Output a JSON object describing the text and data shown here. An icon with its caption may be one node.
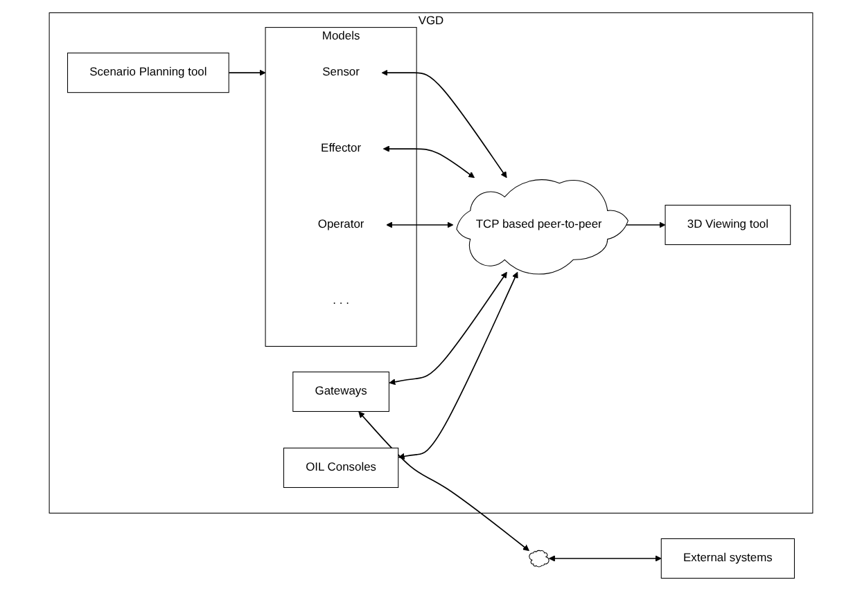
{
  "diagram": {
    "nodes": [
      {
        "text": [
          "VGD"
        ]
      },
      {
        "text": [
          "Scenario Planning tool"
        ],
        "in": 0
      },
      {
        "text": [
          "Models"
        ],
        "in": 0
      },
      {
        "text": [
          "Sensor"
        ],
        "in": 2
      },
      {
        "text": [
          "Effector"
        ],
        "in": 2
      },
      {
        "text": [
          "Operator"
        ],
        "in": 2
      },
      {
        "text": [
          ". . ."
        ],
        "in": 2
      },
      {
        "text": [
          "TCP based peer-to-peer"
        ],
        "in": 0
      },
      {
        "text": [
          "Gateways"
        ],
        "in": 0
      },
      {
        "text": [
          "OIL Consoles"
        ],
        "in": 0
      },
      {
        "text": [
          "3D Viewing tool"
        ],
        "in": 0
      },
      {
        "text": [],
        "shape": "cloud"
      },
      {
        "text": [
          "External systems"
        ]
      }
    ],
    "edges": [
      {
        "from": 1,
        "to": 2,
        "arrow": "to"
      },
      {
        "from": 3,
        "to": 7,
        "arrow": "both"
      },
      {
        "from": 4,
        "to": 7,
        "arrow": "both"
      },
      {
        "from": 5,
        "to": 7,
        "arrow": "both"
      },
      {
        "from": 8,
        "to": 7,
        "arrow": "both"
      },
      {
        "from": 8,
        "to": 11,
        "arrow": "both"
      },
      {
        "from": 11,
        "to": 12,
        "arrow": "both"
      },
      {
        "from": 9,
        "to": 7,
        "arrow": "both"
      },
      {
        "from": 7,
        "to": 10,
        "arrow": "to"
      }
    ]
  }
}
